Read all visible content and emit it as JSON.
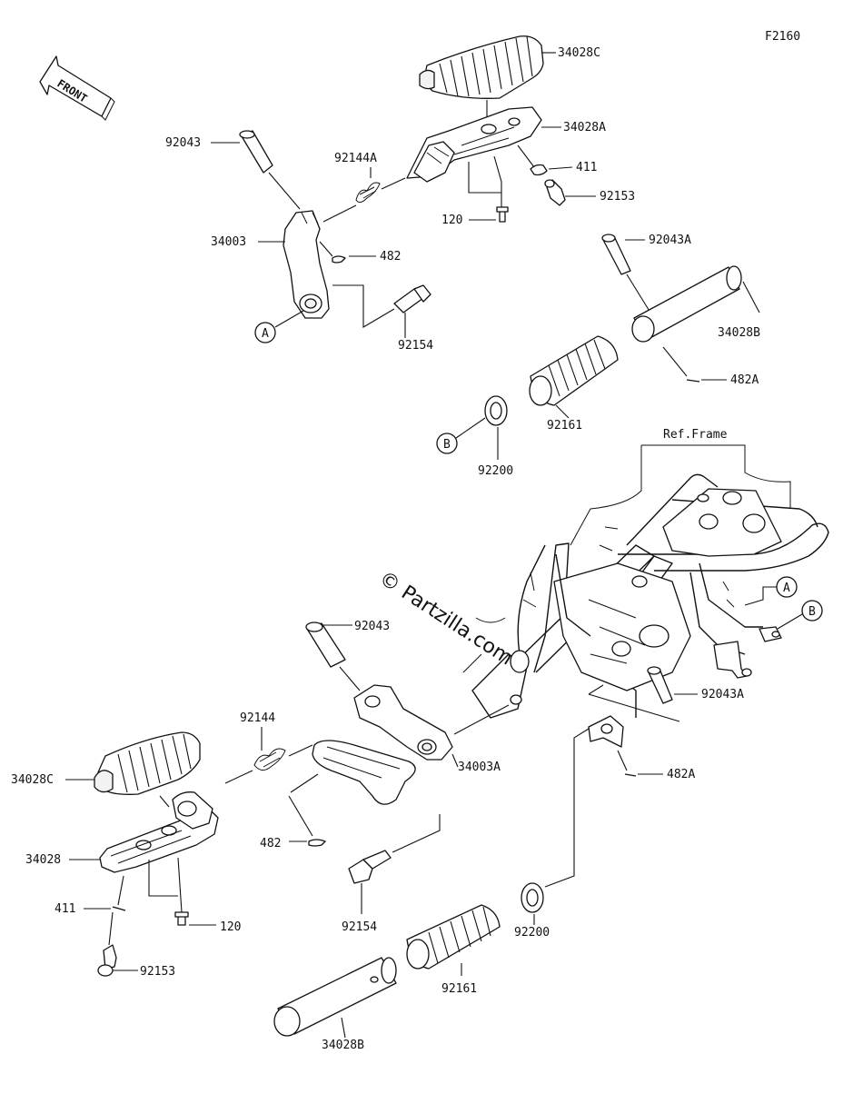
{
  "diagram_code": "F2160",
  "front_label": "FRONT",
  "ref_frame_label": "Ref.Frame",
  "watermark": "© Partzilla.com",
  "callouts": {
    "a": "A",
    "b": "B"
  },
  "labels": {
    "p34028C_top": "34028C",
    "p34028A": "34028A",
    "p411_top": "411",
    "p92153_top": "92153",
    "p120_top": "120",
    "p92043_top": "92043",
    "p92144A": "92144A",
    "p34003": "34003",
    "p482_top": "482",
    "p92154_top": "92154",
    "p92043A_top": "92043A",
    "p34028B_top": "34028B",
    "p482A_top": "482A",
    "p92161_top": "92161",
    "p92200_top": "92200",
    "p92043_bot": "92043",
    "p92144": "92144",
    "p34003A": "34003A",
    "p92043A_bot": "92043A",
    "p482A_bot": "482A",
    "p34028C_bot": "34028C",
    "p34028": "34028",
    "p411_bot": "411",
    "p120_bot": "120",
    "p92153_bot": "92153",
    "p482_bot": "482",
    "p92154_bot": "92154",
    "p92161_bot": "92161",
    "p92200_bot": "92200",
    "p34028B_bot": "34028B"
  }
}
